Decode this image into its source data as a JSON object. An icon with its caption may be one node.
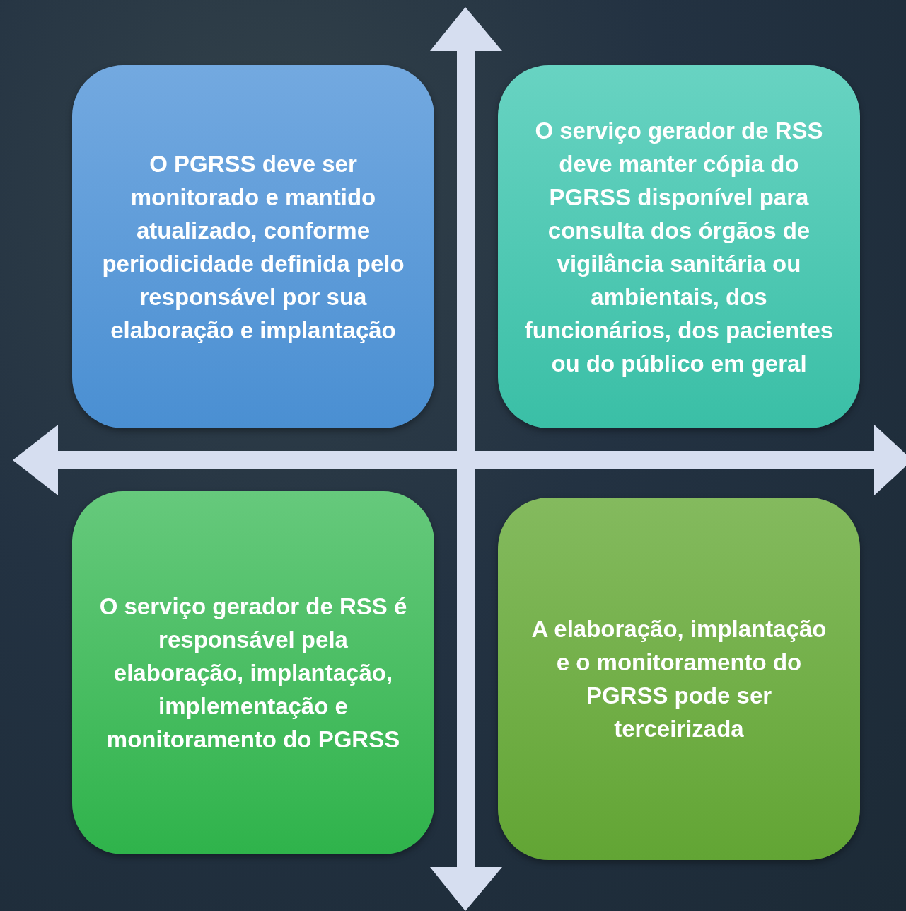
{
  "diagram": {
    "nodes": [
      {
        "text": [
          "O PGRSS deve ser monitorado e mantido atualizado, conforme periodicidade definida pelo responsável por sua elaboração e implantação"
        ]
      },
      {
        "text": [
          "O serviço gerador de RSS deve manter cópia do PGRSS disponível para consulta dos órgãos de vigilância sanitária ou ambientais, dos funcionários, dos pacientes ou do público em geral"
        ]
      },
      {
        "text": [
          "O serviço gerador de RSS é responsável pela elaboração, implantação, implementação e monitoramento do PGRSS"
        ]
      },
      {
        "text": [
          "A elaboração, implantação e o monitoramento do PGRSS pode ser terceirizada"
        ]
      }
    ]
  }
}
